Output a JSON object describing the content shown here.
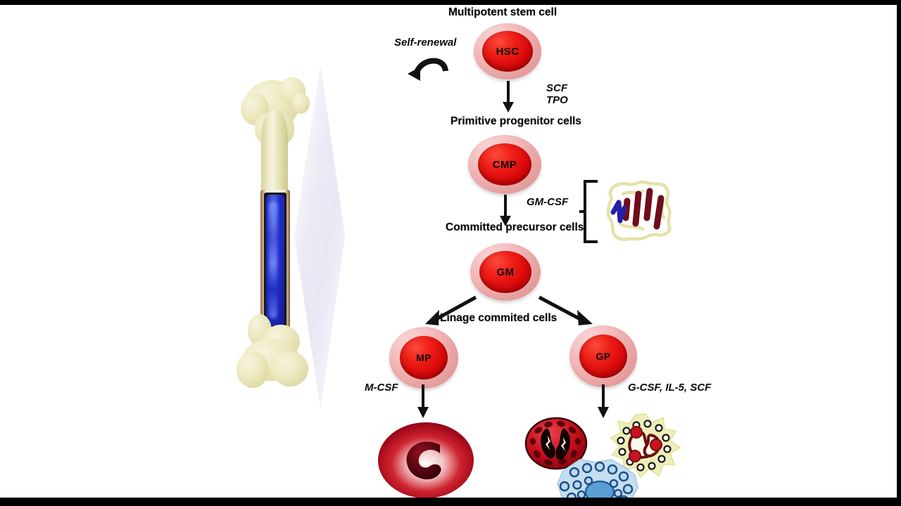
{
  "figure": {
    "title": "Hematopoiesis: multipotent stem cell differentiation",
    "background_color": "#ffffff",
    "letterbox_color": "#000000"
  },
  "stage_labels": {
    "multipotent": "Multipotent stem cell",
    "primitive": "Primitive progenitor cells",
    "committed": "Committed precursor cells",
    "lineage": "Linage commited cells"
  },
  "annotations": {
    "self_renewal": "Self-renewal",
    "scf": "SCF",
    "tpo": "TPO",
    "gm_csf": "GM-CSF",
    "m_csf": "M-CSF",
    "g_csf_group": "G-CSF, IL-5, SCF"
  },
  "cells": [
    {
      "id": "hsc",
      "label": "HSC",
      "stage": "Multipotent stem cell"
    },
    {
      "id": "cmp",
      "label": "CMP",
      "stage": "Primitive progenitor cells"
    },
    {
      "id": "gm",
      "label": "GM",
      "stage": "Committed precursor cells"
    },
    {
      "id": "mp",
      "label": "MP",
      "stage": "Linage commited cells"
    },
    {
      "id": "gp",
      "label": "GP",
      "stage": "Linage commited cells"
    }
  ],
  "terminal_cells": [
    {
      "id": "macrophage",
      "name": "macrophage-cell",
      "color": "#c01020"
    },
    {
      "id": "neutrophil",
      "name": "neutrophil-cell",
      "color": "#cf1b22"
    },
    {
      "id": "eosinophil",
      "name": "eosinophil-cell",
      "color": "#eeeab0"
    },
    {
      "id": "basophil",
      "name": "basophil-cell",
      "color": "#bcd9ef"
    }
  ],
  "bone": {
    "name": "femur-bone-illustration",
    "bone_color": "#ece8bf",
    "marrow_color": "#2330c7",
    "cortex_color": "#9a6b43",
    "beam_color": "#e8e7f3"
  },
  "protein": {
    "name": "gm-csf-protein-ribbon",
    "helix_color": "#7a1020",
    "strand_color": "#2222aa",
    "loop_color": "#e8e8b0"
  },
  "colors": {
    "cell_membrane": "#f2b9b9",
    "cell_nucleus": "#ee1f17",
    "text": "#0a0a0a",
    "arrow": "#111111"
  }
}
